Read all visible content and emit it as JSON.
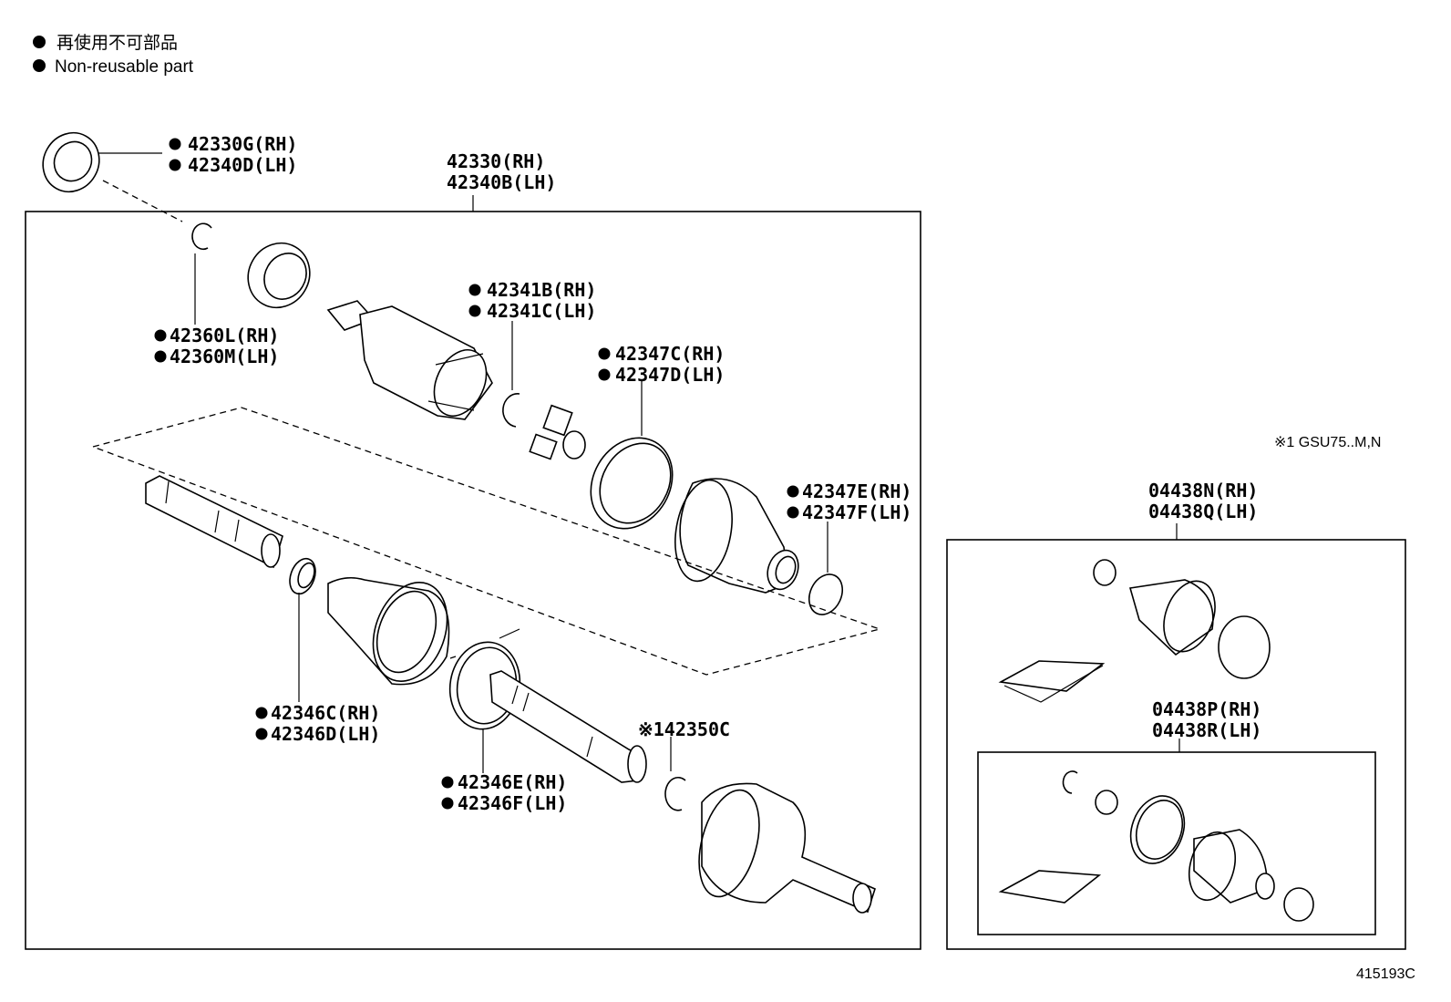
{
  "legend": {
    "jp": "再使用不可部品",
    "en": "Non-reusable part"
  },
  "diagram_code": "415193C",
  "footnote": "※1 GSU75..M,N",
  "assembly": [
    "42330(RH)",
    "42340B(LH)"
  ],
  "kit_boot": [
    "04438N(RH)",
    "04438Q(LH)"
  ],
  "kit_inner": [
    "04438P(RH)",
    "04438R(LH)"
  ],
  "parts": {
    "oil_seal": [
      "42330G(RH)",
      "42340D(LH)"
    ],
    "snap_ring": [
      "42360L(RH)",
      "42360M(LH)"
    ],
    "snap_ring_2": [
      "42341B(RH)",
      "42341C(LH)"
    ],
    "boot_clamp_1": [
      "42347C(RH)",
      "42347D(LH)"
    ],
    "boot_clamp_2": [
      "42347E(RH)",
      "42347F(LH)"
    ],
    "boot_clamp_3": [
      "42346C(RH)",
      "42346D(LH)"
    ],
    "boot_clamp_4": [
      "42346E(RH)",
      "42346F(LH)"
    ],
    "outer_joint": "※142350C"
  }
}
